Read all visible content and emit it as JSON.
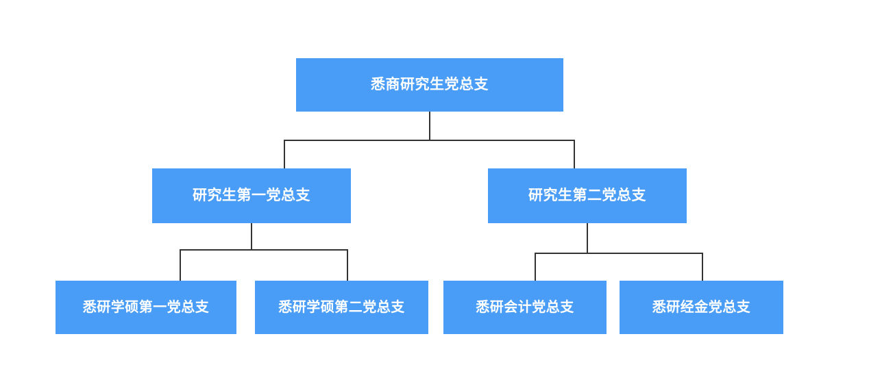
{
  "chart_data": {
    "type": "diagram",
    "diagram_type": "organization-chart",
    "title": "",
    "orientation": "top-down",
    "node_fill_color": "#4A9DF6",
    "node_text_color": "#FFFFFF",
    "connector_color": "#333333",
    "background_color": "#FFFFFF",
    "levels": 3,
    "node_count": 7,
    "nodes": [
      {
        "id": "root",
        "label": "悉商研究生党总支",
        "level": 1,
        "parent": null
      },
      {
        "id": "l2a",
        "label": "研究生第一党总支",
        "level": 2,
        "parent": "root"
      },
      {
        "id": "l2b",
        "label": "研究生第二党总支",
        "level": 2,
        "parent": "root"
      },
      {
        "id": "leaf-a",
        "label": "悉研学硕第一党总支",
        "level": 3,
        "parent": "l2a"
      },
      {
        "id": "leaf-b",
        "label": "悉研学硕第二党总支",
        "level": 3,
        "parent": "l2a"
      },
      {
        "id": "leaf-c",
        "label": "悉研会计党总支",
        "level": 3,
        "parent": "l2b"
      },
      {
        "id": "leaf-d",
        "label": "悉研经金党总支",
        "level": 3,
        "parent": "l2b"
      }
    ],
    "edges": [
      {
        "from": "root",
        "to": "l2a"
      },
      {
        "from": "root",
        "to": "l2b"
      },
      {
        "from": "l2a",
        "to": "leaf-a"
      },
      {
        "from": "l2a",
        "to": "leaf-b"
      },
      {
        "from": "l2b",
        "to": "leaf-c"
      },
      {
        "from": "l2b",
        "to": "leaf-d"
      }
    ]
  },
  "chart": {
    "root": {
      "label": "悉商研究生党总支"
    },
    "level2": [
      {
        "label": "研究生第一党总支"
      },
      {
        "label": "研究生第二党总支"
      }
    ],
    "leaves": [
      {
        "label": "悉研学硕第一党总支"
      },
      {
        "label": "悉研学硕第二党总支"
      },
      {
        "label": "悉研会计党总支"
      },
      {
        "label": "悉研经金党总支"
      }
    ]
  }
}
